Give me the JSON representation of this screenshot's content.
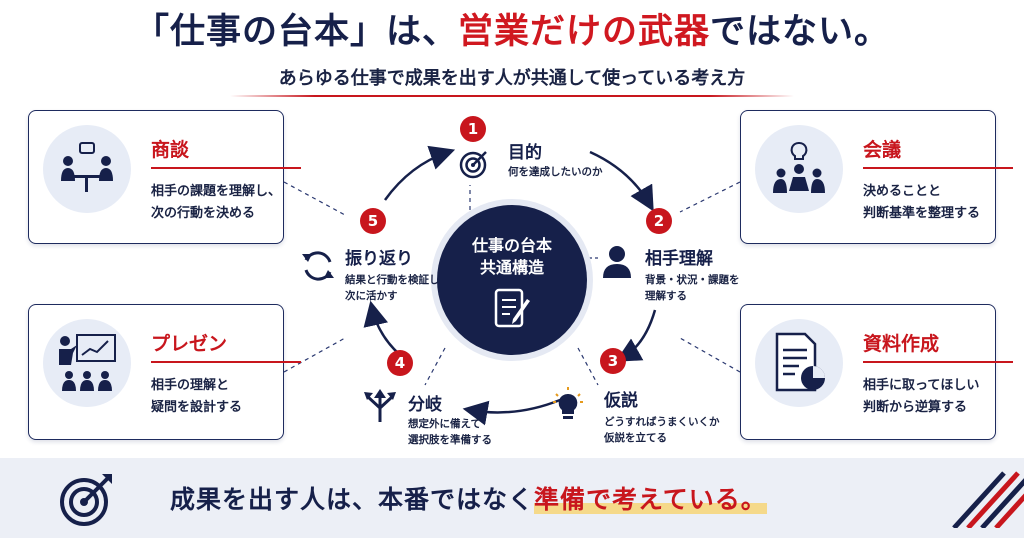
{
  "header": {
    "title_part1": "「仕事の台本」は、",
    "title_part2": "営業だけの武器",
    "title_part3": "ではない。",
    "subtitle": "あらゆる仕事で成果を出す人が共通して使っている考え方"
  },
  "center": {
    "label": "仕事の台本\n共通構造",
    "icon": "document-pen-icon"
  },
  "steps": [
    {
      "num": "1",
      "title": "目的",
      "desc": "何を達成したいのか",
      "icon": "target-icon"
    },
    {
      "num": "2",
      "title": "相手理解",
      "desc": "背景・状況・課題を\n理解する",
      "icon": "person-icon"
    },
    {
      "num": "3",
      "title": "仮説",
      "desc": "どうすればうまくいくか\n仮説を立てる",
      "icon": "lightbulb-icon"
    },
    {
      "num": "4",
      "title": "分岐",
      "desc": "想定外に備えて\n選択肢を準備する",
      "icon": "branch-arrows-icon"
    },
    {
      "num": "5",
      "title": "振り返り",
      "desc": "結果と行動を検証し\n次に活かす",
      "icon": "refresh-icon"
    }
  ],
  "cards": [
    {
      "title": "商談",
      "desc": "相手の課題を理解し、\n次の行動を決める",
      "icon": "meeting-people-icon"
    },
    {
      "title": "プレゼン",
      "desc": "相手の理解と\n疑問を設計する",
      "icon": "presenter-icon"
    },
    {
      "title": "会議",
      "desc": "決めることと\n判断基準を整理する",
      "icon": "conference-table-icon"
    },
    {
      "title": "資料作成",
      "desc": "相手に取ってほしい\n判断から逆算する",
      "icon": "document-chart-icon"
    }
  ],
  "banner": {
    "text_main": "成果を出す人は、本番ではなく",
    "text_highlight": "準備で考えている。",
    "icon": "target-arrow-icon"
  },
  "colors": {
    "navy": "#16204a",
    "red": "#c8161d",
    "light": "#e7ecf6"
  }
}
